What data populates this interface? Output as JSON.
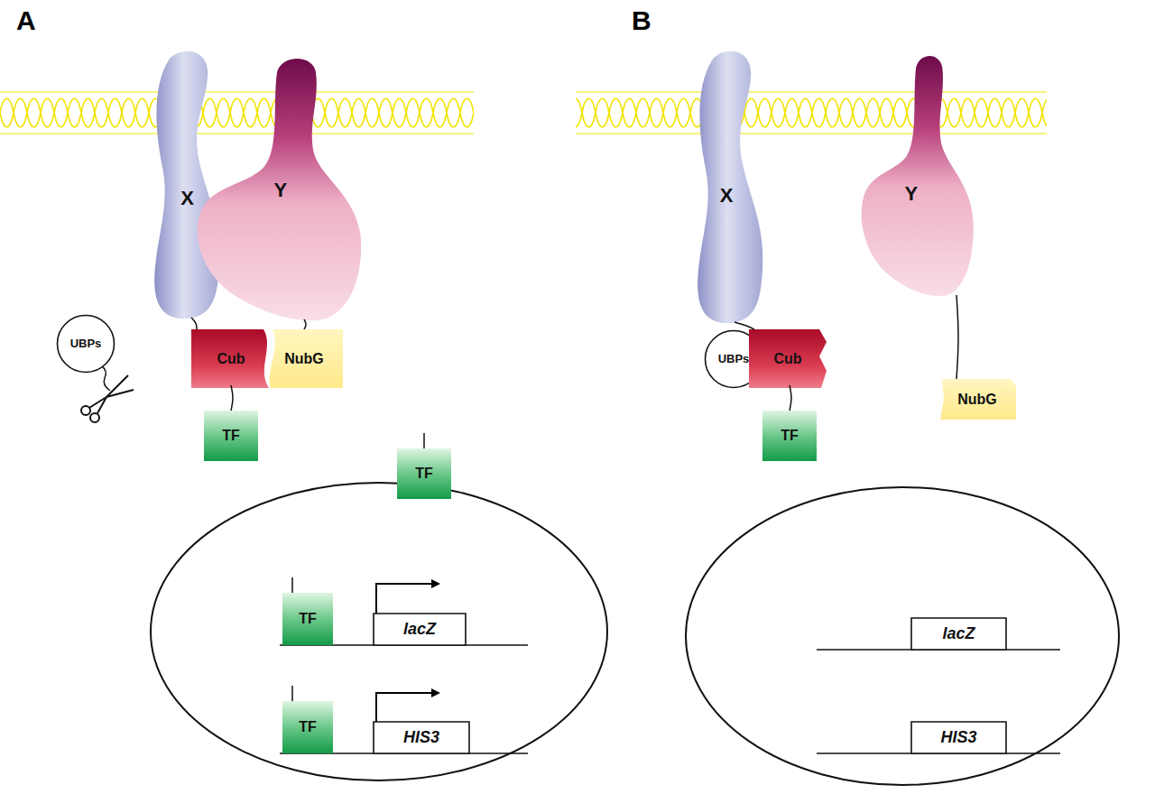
{
  "diagram": {
    "nodes": [
      {
        "text": [
          "X"
        ]
      },
      {
        "text": [
          "Y"
        ]
      },
      {
        "text": [
          "UBPs"
        ]
      },
      {
        "text": [
          "Cub"
        ]
      },
      {
        "text": [
          "NubG"
        ]
      },
      {
        "text": [
          "TF"
        ]
      },
      {
        "text": [
          "TF"
        ]
      },
      {
        "text": [
          "TF"
        ]
      },
      {
        "text": [
          "lacZ"
        ]
      },
      {
        "text": [
          "TF"
        ]
      },
      {
        "text": [
          "HIS3"
        ]
      },
      {
        "text": [
          "X"
        ]
      },
      {
        "text": [
          "Y"
        ]
      },
      {
        "text": [
          "UBPs"
        ]
      },
      {
        "text": [
          "Cub"
        ]
      },
      {
        "text": [
          "NubG"
        ]
      },
      {
        "text": [
          "TF"
        ]
      },
      {
        "text": [
          "lacZ"
        ]
      },
      {
        "text": [
          "HIS3"
        ]
      }
    ],
    "edges": [
      {
        "from": 0,
        "to": 3,
        "arrow": "none"
      },
      {
        "from": 1,
        "to": 4,
        "arrow": "none"
      },
      {
        "from": 3,
        "to": 5,
        "arrow": "none"
      },
      {
        "from": 11,
        "to": 14,
        "arrow": "none"
      },
      {
        "from": 12,
        "to": 15,
        "arrow": "none"
      },
      {
        "from": 14,
        "to": 16,
        "arrow": "none"
      }
    ],
    "labels": [
      "A",
      "B"
    ]
  }
}
